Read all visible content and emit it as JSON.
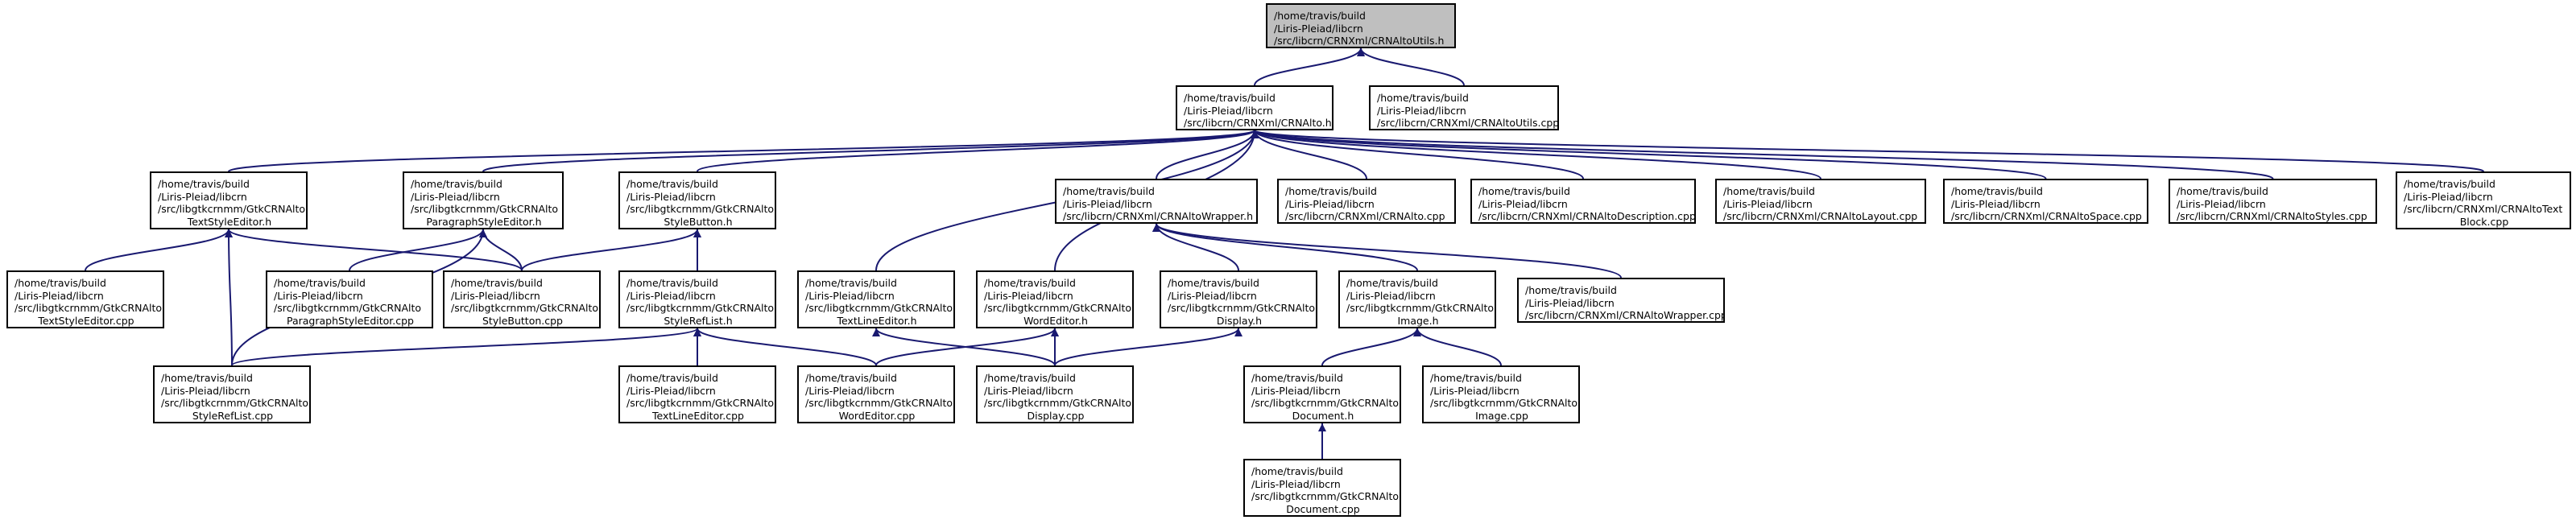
{
  "nodes": {
    "crnaltoutils_h": [
      "/home/travis/build",
      "/Liris-Pleiad/libcrn",
      "/src/libcrn/CRNXml/CRNAltoUtils.h"
    ],
    "crnalto_h": [
      "/home/travis/build",
      "/Liris-Pleiad/libcrn",
      "/src/libcrn/CRNXml/CRNAlto.h"
    ],
    "crnaltoutils_cpp": [
      "/home/travis/build",
      "/Liris-Pleiad/libcrn",
      "/src/libcrn/CRNXml/CRNAltoUtils.cpp"
    ],
    "textstyleeditor_h": [
      "/home/travis/build",
      "/Liris-Pleiad/libcrn",
      "/src/libgtkcrnmm/GtkCRNAlto",
      "TextStyleEditor.h"
    ],
    "parastyleeditor_h": [
      "/home/travis/build",
      "/Liris-Pleiad/libcrn",
      "/src/libgtkcrnmm/GtkCRNAlto",
      "ParagraphStyleEditor.h"
    ],
    "stylebutton_h": [
      "/home/travis/build",
      "/Liris-Pleiad/libcrn",
      "/src/libgtkcrnmm/GtkCRNAlto",
      "StyleButton.h"
    ],
    "altowrapper_h": [
      "/home/travis/build",
      "/Liris-Pleiad/libcrn",
      "/src/libcrn/CRNXml/CRNAltoWrapper.h"
    ],
    "crnalto_cpp": [
      "/home/travis/build",
      "/Liris-Pleiad/libcrn",
      "/src/libcrn/CRNXml/CRNAlto.cpp"
    ],
    "altodesc_cpp": [
      "/home/travis/build",
      "/Liris-Pleiad/libcrn",
      "/src/libcrn/CRNXml/CRNAltoDescription.cpp"
    ],
    "altolayout_cpp": [
      "/home/travis/build",
      "/Liris-Pleiad/libcrn",
      "/src/libcrn/CRNXml/CRNAltoLayout.cpp"
    ],
    "altospace_cpp": [
      "/home/travis/build",
      "/Liris-Pleiad/libcrn",
      "/src/libcrn/CRNXml/CRNAltoSpace.cpp"
    ],
    "altostyles_cpp": [
      "/home/travis/build",
      "/Liris-Pleiad/libcrn",
      "/src/libcrn/CRNXml/CRNAltoStyles.cpp"
    ],
    "altotextblock_cpp": [
      "/home/travis/build",
      "/Liris-Pleiad/libcrn",
      "/src/libcrn/CRNXml/CRNAltoText",
      "Block.cpp"
    ],
    "textstyleeditor_cpp": [
      "/home/travis/build",
      "/Liris-Pleiad/libcrn",
      "/src/libgtkcrnmm/GtkCRNAlto",
      "TextStyleEditor.cpp"
    ],
    "parastyleeditor_cpp": [
      "/home/travis/build",
      "/Liris-Pleiad/libcrn",
      "/src/libgtkcrnmm/GtkCRNAlto",
      "ParagraphStyleEditor.cpp"
    ],
    "stylebutton_cpp": [
      "/home/travis/build",
      "/Liris-Pleiad/libcrn",
      "/src/libgtkcrnmm/GtkCRNAlto",
      "StyleButton.cpp"
    ],
    "stylereflist_h": [
      "/home/travis/build",
      "/Liris-Pleiad/libcrn",
      "/src/libgtkcrnmm/GtkCRNAlto",
      "StyleRefList.h"
    ],
    "textlineeditor_h": [
      "/home/travis/build",
      "/Liris-Pleiad/libcrn",
      "/src/libgtkcrnmm/GtkCRNAlto",
      "TextLineEditor.h"
    ],
    "wordeditor_h": [
      "/home/travis/build",
      "/Liris-Pleiad/libcrn",
      "/src/libgtkcrnmm/GtkCRNAlto",
      "WordEditor.h"
    ],
    "display_h": [
      "/home/travis/build",
      "/Liris-Pleiad/libcrn",
      "/src/libgtkcrnmm/GtkCRNAlto",
      "Display.h"
    ],
    "image_h": [
      "/home/travis/build",
      "/Liris-Pleiad/libcrn",
      "/src/libgtkcrnmm/GtkCRNAlto",
      "Image.h"
    ],
    "altowrapper_cpp": [
      "/home/travis/build",
      "/Liris-Pleiad/libcrn",
      "/src/libcrn/CRNXml/CRNAltoWrapper.cpp"
    ],
    "stylereflist_cpp": [
      "/home/travis/build",
      "/Liris-Pleiad/libcrn",
      "/src/libgtkcrnmm/GtkCRNAlto",
      "StyleRefList.cpp"
    ],
    "textlineeditor_cpp": [
      "/home/travis/build",
      "/Liris-Pleiad/libcrn",
      "/src/libgtkcrnmm/GtkCRNAlto",
      "TextLineEditor.cpp"
    ],
    "wordeditor_cpp": [
      "/home/travis/build",
      "/Liris-Pleiad/libcrn",
      "/src/libgtkcrnmm/GtkCRNAlto",
      "WordEditor.cpp"
    ],
    "display_cpp": [
      "/home/travis/build",
      "/Liris-Pleiad/libcrn",
      "/src/libgtkcrnmm/GtkCRNAlto",
      "Display.cpp"
    ],
    "document_h": [
      "/home/travis/build",
      "/Liris-Pleiad/libcrn",
      "/src/libgtkcrnmm/GtkCRNAlto",
      "Document.h"
    ],
    "image_cpp": [
      "/home/travis/build",
      "/Liris-Pleiad/libcrn",
      "/src/libgtkcrnmm/GtkCRNAlto",
      "Image.cpp"
    ],
    "document_cpp": [
      "/home/travis/build",
      "/Liris-Pleiad/libcrn",
      "/src/libgtkcrnmm/GtkCRNAlto",
      "Document.cpp"
    ]
  },
  "highlighted": "crnaltoutils_h",
  "edges": [
    [
      "crnalto_h",
      "crnaltoutils_h"
    ],
    [
      "crnaltoutils_cpp",
      "crnaltoutils_h"
    ],
    [
      "textstyleeditor_h",
      "crnalto_h"
    ],
    [
      "parastyleeditor_h",
      "crnalto_h"
    ],
    [
      "stylebutton_h",
      "crnalto_h"
    ],
    [
      "textlineeditor_h",
      "crnalto_h"
    ],
    [
      "wordeditor_h",
      "crnalto_h"
    ],
    [
      "altowrapper_h",
      "crnalto_h"
    ],
    [
      "crnalto_cpp",
      "crnalto_h"
    ],
    [
      "altodesc_cpp",
      "crnalto_h"
    ],
    [
      "altolayout_cpp",
      "crnalto_h"
    ],
    [
      "altospace_cpp",
      "crnalto_h"
    ],
    [
      "altostyles_cpp",
      "crnalto_h"
    ],
    [
      "altotextblock_cpp",
      "crnalto_h"
    ],
    [
      "textstyleeditor_cpp",
      "textstyleeditor_h"
    ],
    [
      "stylebutton_cpp",
      "textstyleeditor_h"
    ],
    [
      "stylereflist_cpp",
      "textstyleeditor_h"
    ],
    [
      "parastyleeditor_cpp",
      "parastyleeditor_h"
    ],
    [
      "stylebutton_cpp",
      "parastyleeditor_h"
    ],
    [
      "stylereflist_cpp",
      "parastyleeditor_h"
    ],
    [
      "stylebutton_cpp",
      "stylebutton_h"
    ],
    [
      "stylereflist_h",
      "stylebutton_h"
    ],
    [
      "stylereflist_cpp",
      "stylereflist_h"
    ],
    [
      "textlineeditor_cpp",
      "stylereflist_h"
    ],
    [
      "wordeditor_cpp",
      "stylereflist_h"
    ],
    [
      "display_cpp",
      "textlineeditor_h"
    ],
    [
      "wordeditor_cpp",
      "wordeditor_h"
    ],
    [
      "display_cpp",
      "wordeditor_h"
    ],
    [
      "display_h",
      "altowrapper_h"
    ],
    [
      "image_h",
      "altowrapper_h"
    ],
    [
      "altowrapper_cpp",
      "altowrapper_h"
    ],
    [
      "display_cpp",
      "display_h"
    ],
    [
      "document_h",
      "image_h"
    ],
    [
      "image_cpp",
      "image_h"
    ],
    [
      "document_cpp",
      "document_h"
    ]
  ],
  "colors": {
    "edge": "#191970",
    "border": "#000000",
    "highlight_fill": "#bfbfbf"
  }
}
